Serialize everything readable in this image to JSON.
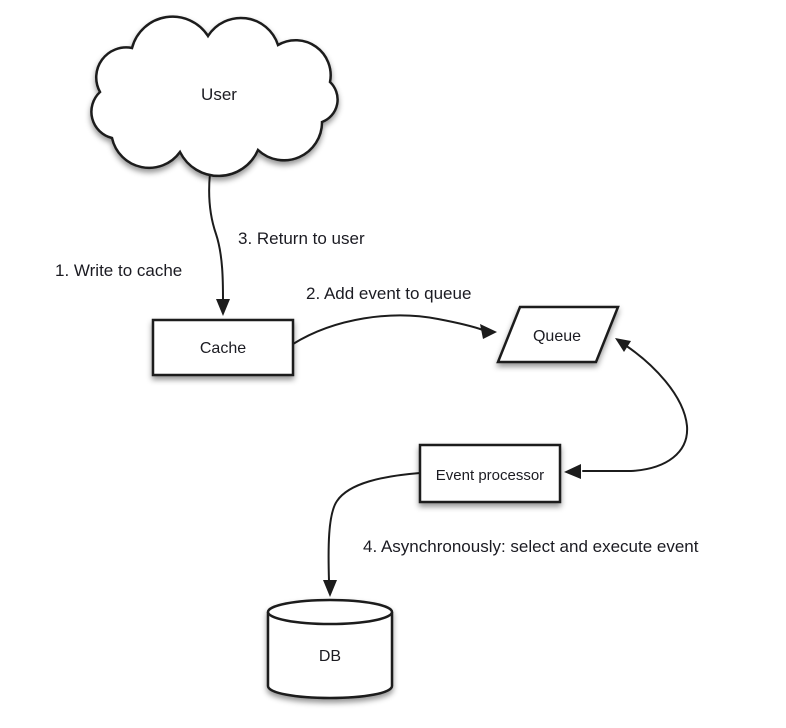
{
  "diagram": {
    "colors": {
      "background": "#ffffff",
      "stroke": "#1c1c1c",
      "shape_fill": "#ffffff",
      "text": "#1b1b22"
    },
    "nodes": {
      "user": {
        "label": "User",
        "shape": "cloud"
      },
      "cache": {
        "label": "Cache",
        "shape": "rectangle"
      },
      "queue": {
        "label": "Queue",
        "shape": "parallelogram"
      },
      "event_processor": {
        "label": "Event processor",
        "shape": "rectangle"
      },
      "db": {
        "label": "DB",
        "shape": "cylinder"
      }
    },
    "edge_labels": {
      "write_to_cache": "1. Write to cache",
      "add_event_to_queue": "2. Add event to queue",
      "return_to_user": "3. Return to user",
      "async_execute": "4. Asynchronously: select and execute event"
    }
  }
}
